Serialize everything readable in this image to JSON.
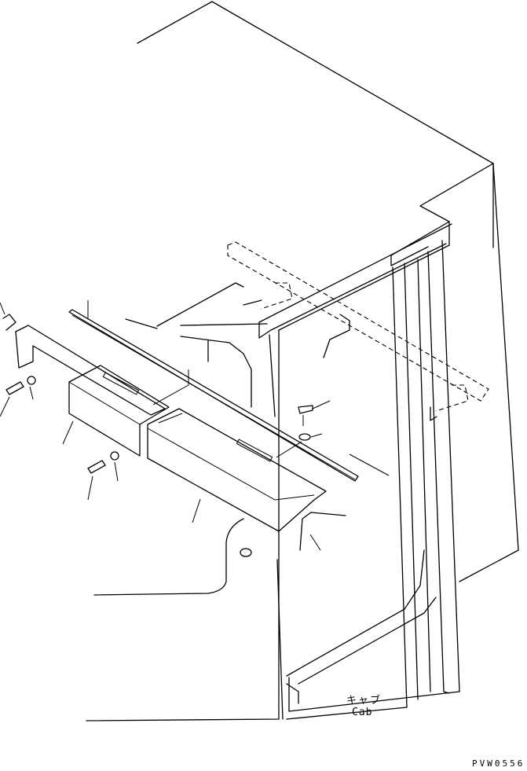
{
  "labels": {
    "cab_japanese": "キャブ",
    "cab_english": "Cab",
    "drawing_code": "PVW0556"
  },
  "colors": {
    "line": "#000000",
    "background": "#ffffff"
  }
}
